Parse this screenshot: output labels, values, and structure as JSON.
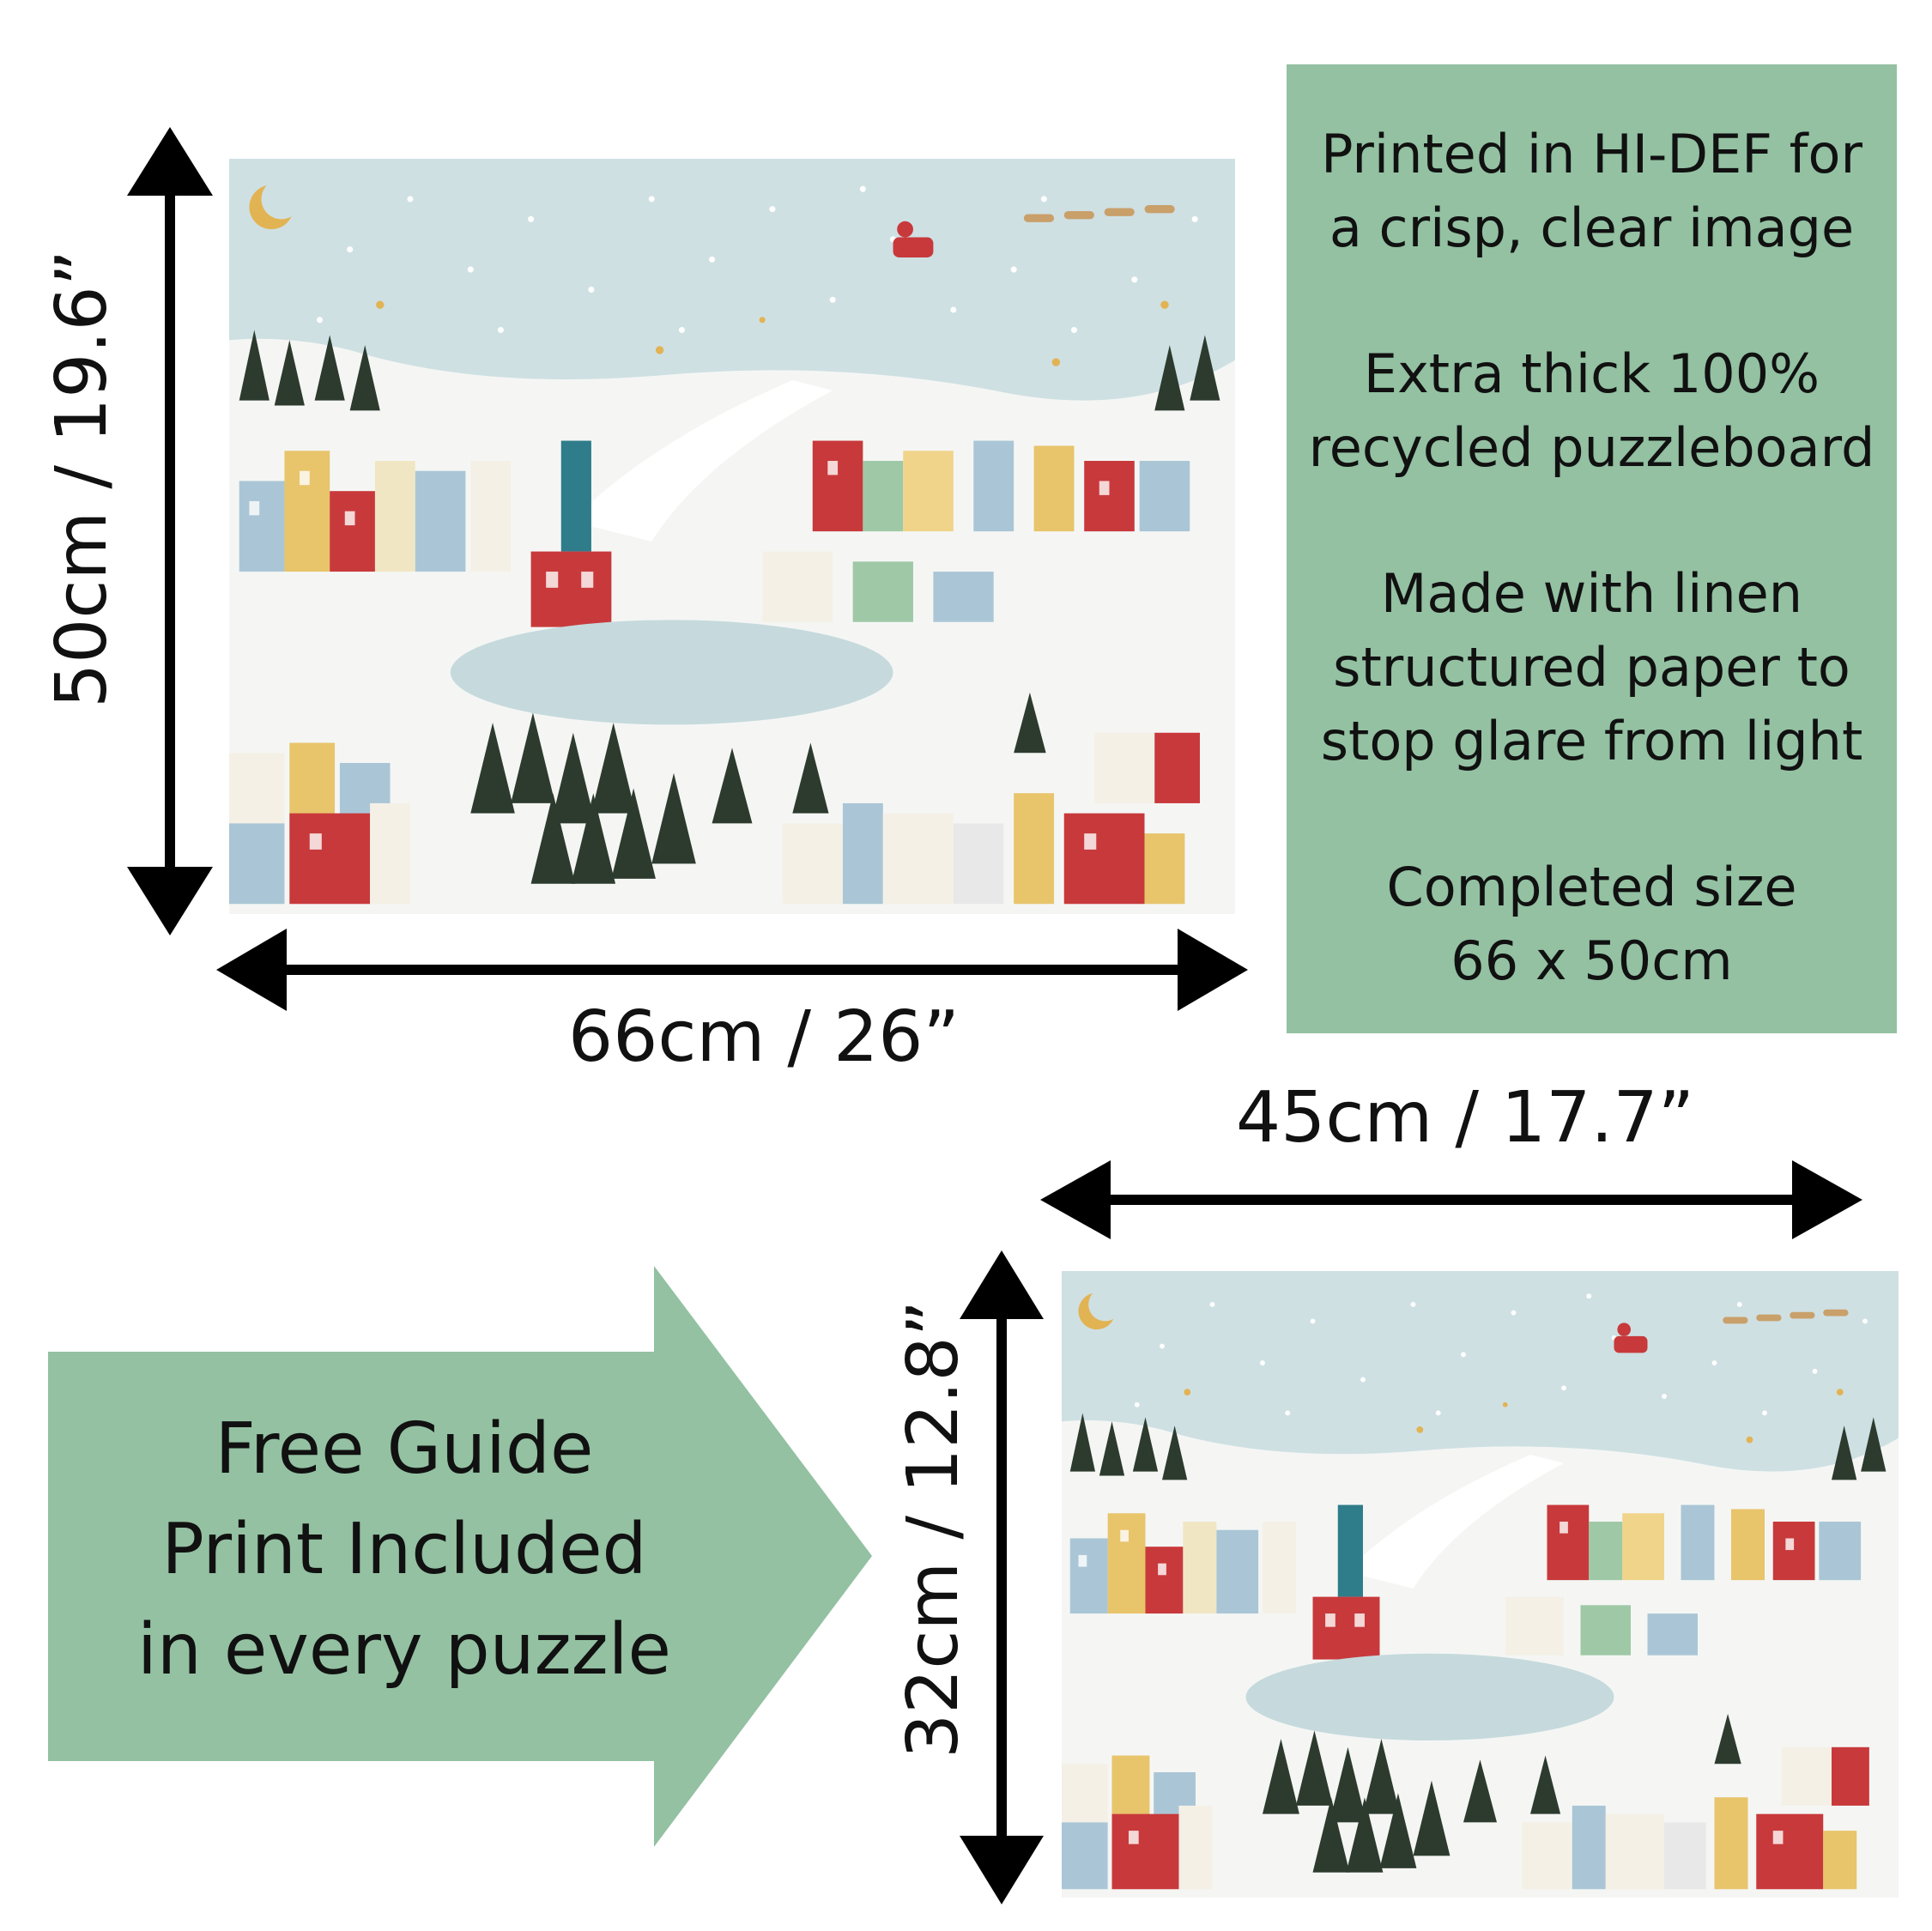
{
  "large_puzzle": {
    "width_label": "66cm / 26”",
    "height_label": "50cm / 19.6”"
  },
  "small_puzzle": {
    "width_label": "45cm / 17.7”",
    "height_label": "32cm / 12.8”"
  },
  "features": [
    [
      "Printed in HI-DEF for",
      "a crisp, clear image"
    ],
    [
      "Extra thick 100%",
      "recycled puzzleboard"
    ],
    [
      "Made with linen",
      "structured paper to",
      "stop glare from light"
    ],
    [
      "Completed size",
      "66 x 50cm"
    ]
  ],
  "guide_banner": {
    "lines": [
      "Free Guide",
      "Print Included",
      "in every puzzle"
    ]
  },
  "colors": {
    "accent_green": "#93c1a2",
    "sky": "#cfe0e3",
    "snow": "#f5f6f4",
    "arrow": "#000000"
  },
  "icons": [
    "moon-icon",
    "santa-sleigh-icon",
    "arrow-icon"
  ]
}
